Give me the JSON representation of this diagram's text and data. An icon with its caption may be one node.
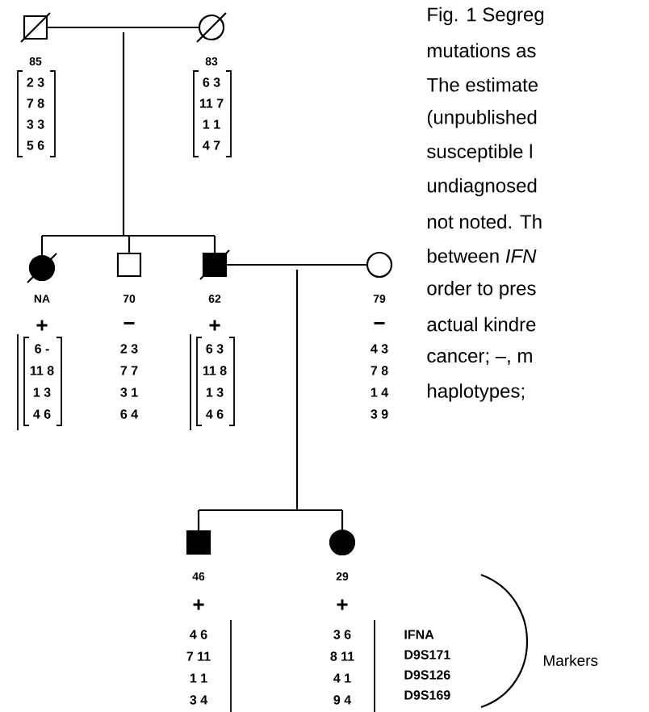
{
  "diagram": {
    "nodes": [
      {
        "text": [],
        "shape": "box",
        "beside": [
          "85",
          "2 3",
          "7 8",
          "3 3",
          "5 6"
        ]
      },
      {
        "text": [],
        "shape": "circle",
        "beside": [
          "83",
          "6 3",
          "11 7",
          "1 1",
          "4 7"
        ]
      },
      {
        "text": [],
        "shape": "circle",
        "beside": [
          "NA",
          "+",
          "6 -",
          "11 8",
          "1 3",
          "4 6"
        ]
      },
      {
        "text": [],
        "shape": "box",
        "beside": [
          "70",
          "−",
          "2 3",
          "7 7",
          "3 1",
          "6 4"
        ]
      },
      {
        "text": [],
        "shape": "box",
        "beside": [
          "62",
          "+",
          "6 3",
          "11 8",
          "1 3",
          "4 6"
        ]
      },
      {
        "text": [],
        "shape": "circle",
        "beside": [
          "79",
          "−",
          "4 3",
          "7 8",
          "1 4",
          "3 9"
        ]
      },
      {
        "text": [],
        "shape": "box",
        "beside": [
          "46",
          "+",
          "4 6",
          "7 11",
          "1 1",
          "3 4"
        ]
      },
      {
        "text": [],
        "shape": "circle",
        "beside": [
          "29",
          "+",
          "3 6",
          "8 11",
          "4 1",
          "9 4"
        ]
      }
    ],
    "edges": [
      {
        "from": 0,
        "to": 1,
        "arrow": "none"
      },
      {
        "from": 0,
        "to": 2,
        "arrow": "none"
      },
      {
        "from": 0,
        "to": 3,
        "arrow": "none"
      },
      {
        "from": 0,
        "to": 4,
        "arrow": "none"
      },
      {
        "from": 1,
        "to": 2,
        "arrow": "none"
      },
      {
        "from": 1,
        "to": 3,
        "arrow": "none"
      },
      {
        "from": 1,
        "to": 4,
        "arrow": "none"
      },
      {
        "from": 4,
        "to": 5,
        "arrow": "none"
      },
      {
        "from": 4,
        "to": 6,
        "arrow": "none"
      },
      {
        "from": 4,
        "to": 7,
        "arrow": "none"
      },
      {
        "from": 5,
        "to": 6,
        "arrow": "none"
      },
      {
        "from": 5,
        "to": 7,
        "arrow": "none"
      }
    ],
    "labels": [
      "Fig. 1 Segreg",
      "mutations as",
      "The estimate",
      "(unpublished",
      "susceptible l",
      "undiagnosed",
      "not noted. Th",
      "between *IFN*",
      "order to pres",
      "actual kindre",
      "cancer; –, m",
      "haplotypes;",
      "IFNA",
      "D9S171",
      "D9S126",
      "D9S169",
      "Markers"
    ]
  }
}
